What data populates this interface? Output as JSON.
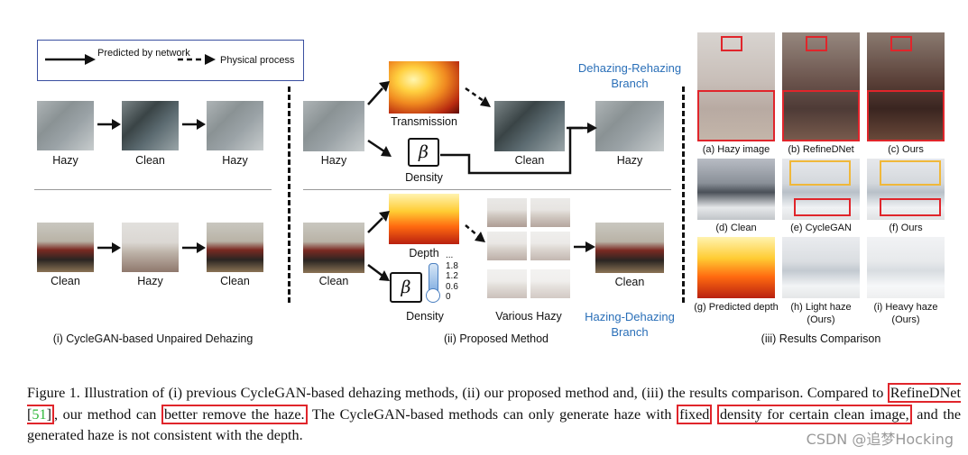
{
  "legend": {
    "solid_label": "Predicted by network",
    "dashed_label": "Physical process"
  },
  "panel1": {
    "row1": [
      "Hazy",
      "Clean",
      "Hazy"
    ],
    "row2": [
      "Clean",
      "Hazy",
      "Clean"
    ],
    "title": "(i) CycleGAN-based Unpaired Dehazing"
  },
  "panel2": {
    "hazy": "Hazy",
    "transmission": "Transmission",
    "density_top": "Density",
    "clean_top": "Clean",
    "hazy_top": "Hazy",
    "branch_top": "Dehazing-Rehazing Branch",
    "clean_bottom_in": "Clean",
    "depth": "Depth",
    "density_bottom": "Density",
    "various_hazy": "Various Hazy",
    "clean_bottom_out": "Clean",
    "branch_bottom": "Hazing-Dehazing Branch",
    "beta": "β",
    "slider_ticks": [
      "...",
      "1.8",
      "1.2",
      "0.6",
      "0"
    ],
    "title": "(ii) Proposed Method"
  },
  "panel3": {
    "labels": [
      "(a) Hazy image",
      "(b) RefineDNet",
      "(c) Ours",
      "(d) Clean",
      "(e) CycleGAN",
      "(f) Ours",
      "(g) Predicted depth",
      "(h) Light haze (Ours)",
      "(i) Heavy haze (Ours)"
    ],
    "title": "(iii) Results Comparison"
  },
  "caption": {
    "p1": "Figure 1.  Illustration of (i) previous CycleGAN-based dehazing methods, (ii) our proposed method and, (iii) the results comparison. Compared to ",
    "refine": "RefineDNet [",
    "cite": "51",
    "refine_end": "]",
    "p2": ", our method can ",
    "better": "better remove the haze.",
    "p3": " The CycleGAN-based methods can only generate haze with ",
    "fixed1": "fixed",
    "fixed2": "density for certain clean image,",
    "p4": " and the generated haze is not consistent with the depth."
  },
  "watermark": "CSDN @追梦Hocking"
}
